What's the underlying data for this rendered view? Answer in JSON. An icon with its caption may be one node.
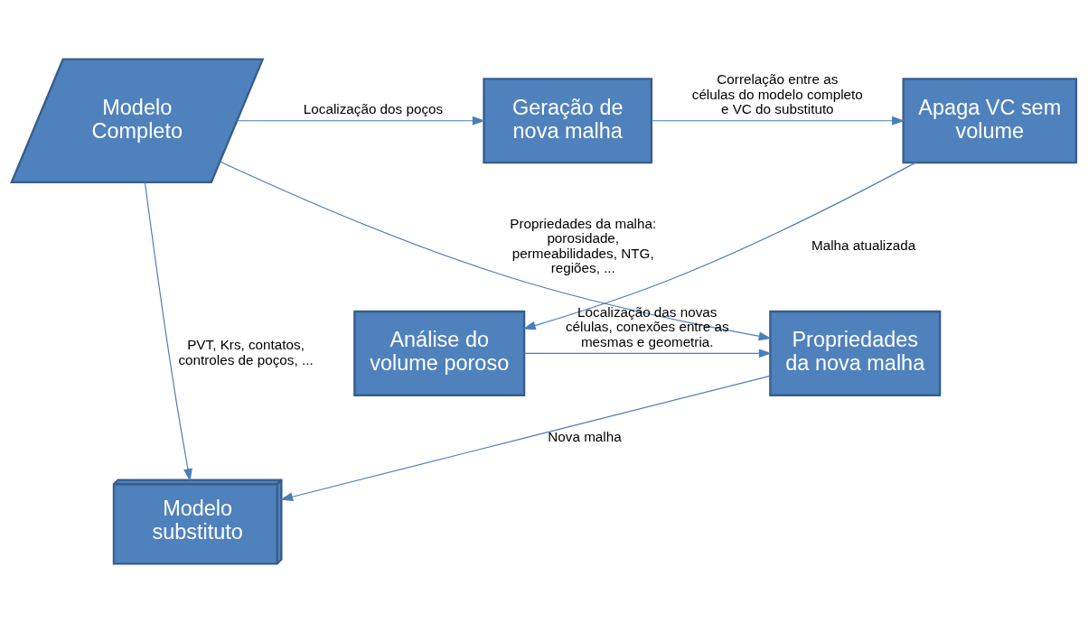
{
  "diagram": {
    "nodes": [
      {
        "text": [
          "Modelo Completo"
        ]
      },
      {
        "text": [
          "Geração de nova malha"
        ]
      },
      {
        "text": [
          "Apaga VC sem volume"
        ]
      },
      {
        "text": [
          "Análise do volume poroso"
        ]
      },
      {
        "text": [
          "Propriedades da nova malha"
        ]
      },
      {
        "text": [
          "Modelo substituto"
        ]
      }
    ],
    "edges": [
      {
        "from": 0,
        "to": 1,
        "arrow": "to",
        "label": "Localização dos poços"
      },
      {
        "from": 1,
        "to": 2,
        "arrow": "to",
        "label": "Correlação entre as células do modelo completo e VC do substituto"
      },
      {
        "from": 2,
        "to": 3,
        "arrow": "to",
        "label": "Malha atualizada"
      },
      {
        "from": 3,
        "to": 4,
        "arrow": "to",
        "label": "Localização das novas células, conexões entre as mesmas e geometria."
      },
      {
        "from": 0,
        "to": 4,
        "arrow": "to",
        "label": "Propriedades da malha: porosidade, permeabilidades, NTG, regiões, ..."
      },
      {
        "from": 0,
        "to": 5,
        "arrow": "to",
        "label": "PVT, Krs, contatos, controles de poços, ..."
      },
      {
        "from": 4,
        "to": 5,
        "arrow": "to",
        "label": "Nova malha"
      }
    ]
  }
}
